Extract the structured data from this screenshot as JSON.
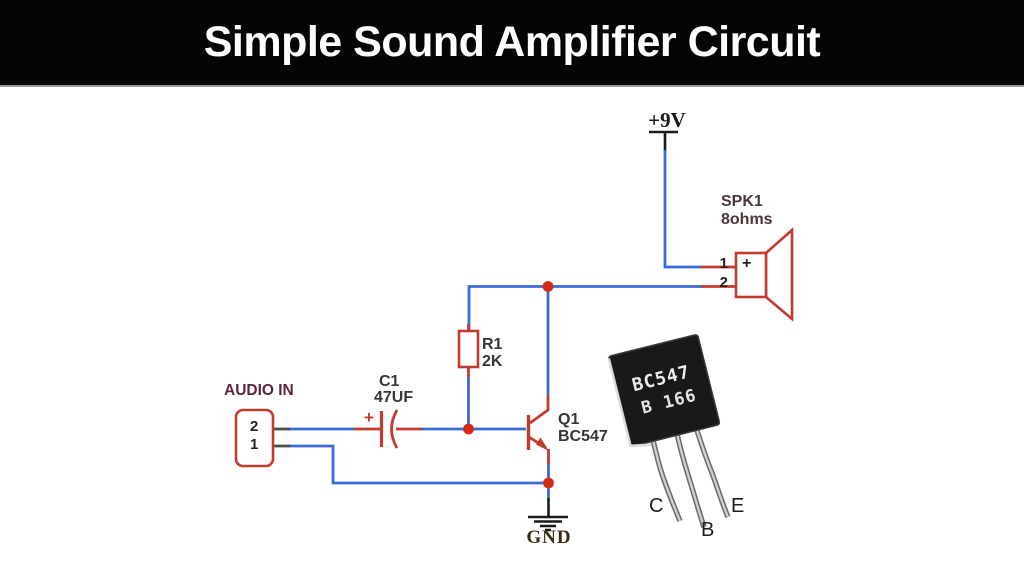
{
  "header": {
    "title": "Simple Sound Amplifier Circuit",
    "bg_color": "#050505",
    "text_color": "#ffffff"
  },
  "colors": {
    "wire_blue": "#3b6bd5",
    "component_red": "#c23b2e",
    "junction_dot_red": "#d32b14",
    "label_dark": "#3a3434",
    "audio_in_label": "#5c2440",
    "speaker_label": "#4a3838",
    "gnd_label": "#3b2a16",
    "package_black": "#191919",
    "lead_silver": "#d2d2d2"
  },
  "schematic": {
    "power_label": "+9V",
    "speaker_ref": "SPK1",
    "speaker_value": "8ohms",
    "speaker_pin_top": "1",
    "speaker_pin_bottom": "2",
    "speaker_polarity": "+",
    "resistor_ref": "R1",
    "resistor_value": "2K",
    "capacitor_ref": "C1",
    "capacitor_value": "47UF",
    "capacitor_polarity": "+",
    "transistor_ref": "Q1",
    "transistor_value": "BC547",
    "connector_label": "AUDIO IN",
    "connector_pin_top": "2",
    "connector_pin_bottom": "1",
    "ground_label": "GND"
  },
  "photo": {
    "marking_line1": "BC547",
    "marking_line2": "B 166",
    "lead_collector": "C",
    "lead_base": "B",
    "lead_emitter": "E"
  }
}
